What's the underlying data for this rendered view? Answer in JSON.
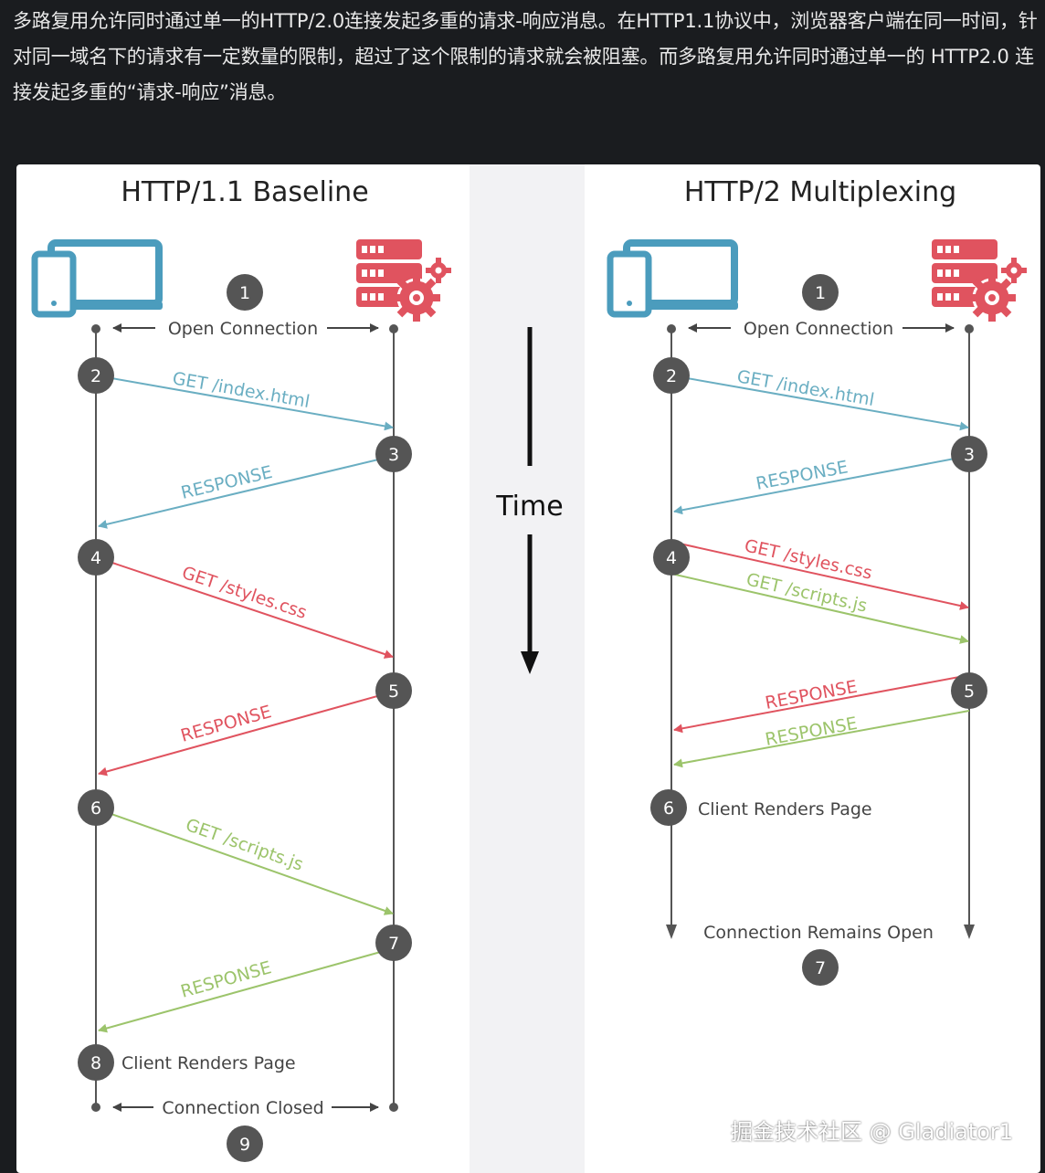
{
  "intro_text": "多路复用允许同时通过单一的HTTP/2.0连接发起多重的请求-响应消息。在HTTP1.1协议中，浏览器客户端在同一时间，针对同一域名下的请求有一定数量的限制，超过了这个限制的请求就会被阻塞。而多路复用允许同时通过单一的 HTTP2.0 连接发起多重的“请求-响应”消息。",
  "watermark": "掘金技术社区 @ Gladiator1",
  "time_label": "Time",
  "colors": {
    "blue": "#6aaec2",
    "red": "#e0535f",
    "green": "#9cc46b",
    "step": "#555555",
    "device": "#4b9cbd",
    "server": "#e0535f"
  },
  "left": {
    "title": "HTTP/1.1 Baseline",
    "steps": [
      "1",
      "2",
      "3",
      "4",
      "5",
      "6",
      "7",
      "8",
      "9"
    ],
    "open_connection": "Open Connection",
    "get_index": "GET /index.html",
    "response_1": "RESPONSE",
    "get_styles": "GET /styles.css",
    "response_2": "RESPONSE",
    "get_scripts": "GET /scripts.js",
    "response_3": "RESPONSE",
    "client_renders": "Client Renders Page",
    "connection_closed": "Connection Closed"
  },
  "right": {
    "title": "HTTP/2 Multiplexing",
    "steps": [
      "1",
      "2",
      "3",
      "4",
      "5",
      "6",
      "7"
    ],
    "open_connection": "Open Connection",
    "get_index": "GET /index.html",
    "response_1": "RESPONSE",
    "get_styles": "GET /styles.css",
    "get_scripts": "GET /scripts.js",
    "response_2": "RESPONSE",
    "response_3": "RESPONSE",
    "client_renders": "Client Renders Page",
    "connection_open": "Connection Remains Open"
  }
}
